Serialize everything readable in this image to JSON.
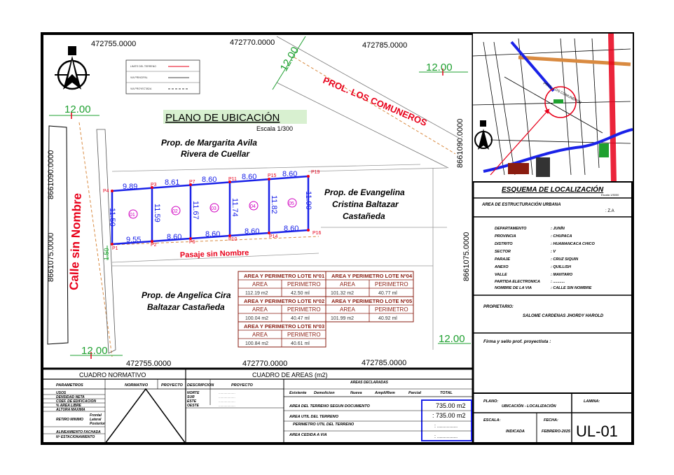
{
  "plan": {
    "coords_top": [
      "472755.0000",
      "472770.0000",
      "472785.0000"
    ],
    "coords_bottom": [
      "472755.0000",
      "472770.0000",
      "472785.0000"
    ],
    "coords_left": [
      "8661090.0000",
      "8661075.0000"
    ],
    "coords_right": [
      "8661090.0000",
      "8661075.0000"
    ],
    "dim_12": "12.00",
    "title": "PLANO DE UBICACIÓN",
    "scale": "Escala 1/300",
    "street_top": "PROL. LOS COMUNEROS",
    "street_left": "Calle sin Nombre",
    "street_bottom": "Pasaje sin Nombre",
    "owner_north": [
      "Prop. de Margarita Avila",
      "Rivera de Cuellar"
    ],
    "owner_east": [
      "Prop.  de Evangelina",
      "Cristina Baltazar",
      "Castañeda"
    ],
    "owner_south": [
      "Prop. de Angelica Cira",
      "Baltazar Castañeda"
    ],
    "top_dims": [
      "9.89",
      "8.61",
      "8.60",
      "8.60",
      "8.60"
    ],
    "bottom_dims": [
      "9.55",
      "8.60",
      "8.60",
      "8.60",
      "8.60"
    ],
    "side_dims": [
      "11.50",
      "11.59",
      "11.67",
      "11.74",
      "11.82",
      "11.90"
    ],
    "lot_ids": [
      "01",
      "02",
      "03",
      "04",
      "05"
    ],
    "points_top": [
      "P4",
      "P3",
      "P7",
      "P11",
      "P15",
      "P19"
    ],
    "points_bottom": [
      "P1",
      "P2",
      "P6",
      "P10",
      "P14",
      "P16"
    ],
    "dim_small": "1.50",
    "legend_rows": [
      "LIMITE DEL TERRENO",
      "VIA PRINCIPAL",
      "VIA PROYECTADA"
    ]
  },
  "lot_tables": [
    {
      "title": "AREA Y PERIMETRO LOTE Nº01",
      "h1": "AREA",
      "h2": "PERIMETRO",
      "area": "112.19 m2",
      "perim": "42.50 ml"
    },
    {
      "title": "AREA Y PERIMETRO LOTE Nº02",
      "h1": "AREA",
      "h2": "PERIMETRO",
      "area": "100.04 m2",
      "perim": "40.47 ml"
    },
    {
      "title": "AREA Y PERIMETRO LOTE Nº03",
      "h1": "AREA",
      "h2": "PERIMETRO",
      "area": "100.84 m2",
      "perim": "40.61 ml"
    },
    {
      "title": "AREA Y PERIMETRO LOTE Nº04",
      "h1": "AREA",
      "h2": "PERIMETRO",
      "area": "101.32 m2",
      "perim": "40.77 ml"
    },
    {
      "title": "AREA Y PERIMETRO LOTE Nº05",
      "h1": "AREA",
      "h2": "PERIMETRO",
      "area": "101.99 m2",
      "perim": "40.92 ml"
    }
  ],
  "locator": {
    "title": "ESQUEMA DE LOCALIZACIÓN",
    "scale": "Escala 1/5000",
    "street": "PROL. LOS COMUNEROS"
  },
  "info": {
    "zona_label": "AREA DE ESTRUCTURACIÓN URBANA",
    "zona_value": ": Z.A",
    "rows": [
      {
        "k": "DEPARTAMENTO",
        "v": ": JUNÍN"
      },
      {
        "k": "PROVINCIA",
        "v": ": CHUPACA"
      },
      {
        "k": "DISTRITO",
        "v": ": HUAMANCACA CHICO"
      },
      {
        "k": "SECTOR",
        "v": ": V"
      },
      {
        "k": "PARAJE",
        "v": ": CRUZ SIQUIN"
      },
      {
        "k": "ANEXO",
        "v": ": QUILLISH"
      },
      {
        "k": "VALLE",
        "v": ": MANTARO"
      },
      {
        "k": "PARTIDA ELECTRONICA",
        "v": ": ..........."
      },
      {
        "k": "NOMBRE DE LA VIA",
        "v": ": CALLE SIN NOMBRE"
      }
    ],
    "owner_label": "PROPIETARIO:",
    "owner_name": "SALOME CARDENAS JHORDY HAROLD",
    "firma": "Firma y sello prof. proyectista :"
  },
  "title_block": {
    "plano_label": "PLANO:",
    "plano_value": "UBICACIÓN - LOCALIZACIÓN",
    "lamina_label": "LAMINA:",
    "escala_label": "ESCALA:",
    "escala_value": "INDICADA",
    "fecha_label": "FECHA:",
    "fecha_value": "FEBRERO-2025",
    "code": "UL-01"
  },
  "normativo": {
    "title": "CUADRO NORMATIVO",
    "headers": [
      "PARAMETROS",
      "NORMATIVO",
      "PROYECTO"
    ],
    "rows": [
      "USOS",
      "DENSIDAD NETA",
      "COEF. DE EDIFICACION",
      "% AREA LIBRE",
      "ALTURA MAXIMA"
    ],
    "retiro": "RETIRO MINIMO",
    "retiro_sub": [
      "Frontal",
      "Lateral",
      "Posterior"
    ],
    "alineamiento": "ALINEAMIENTO FACHADA",
    "estacionamiento": "Nº ESTACIONAMIENTO",
    "desc_headers": [
      "DESCRIPCION",
      "PROYECTO"
    ],
    "desc_rows": [
      "NORTE",
      "SUR",
      "ESTE",
      "OESTE"
    ],
    "dots": "..................."
  },
  "areas": {
    "title": "CUADRO DE AREAS (m2)",
    "group_header": "AREAS DECLARADAS",
    "headers": [
      "Existente",
      "Demolicion",
      "Nueva",
      "Ampli/Rem",
      "Parcial",
      "TOTAL"
    ],
    "rows": [
      {
        "label": "AREA DEL TERRENO SEGUN DOCUMENTO",
        "value": "735.00 m2"
      },
      {
        "label": "AREA UTIL DEL TERRENO",
        "value": ": 735.00 m2"
      },
      {
        "label": "PERIMETRO UTIL DEL TERRENO",
        "value": ": ..............."
      },
      {
        "label": "AREA CEDIDA A VIA",
        "value": ": ..............."
      }
    ]
  },
  "colors": {
    "red": "#e8001a",
    "blue": "#1a22e8",
    "magenta": "#d000c0",
    "green": "#1fa030",
    "brown": "#8a1c10",
    "orange": "#d98a40"
  }
}
